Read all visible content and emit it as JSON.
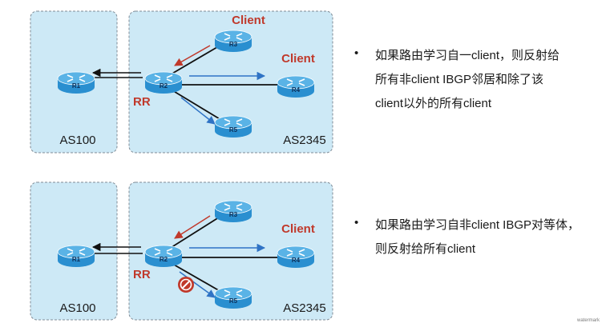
{
  "colors": {
    "as_fill": "#cde9f6",
    "as_border": "#7f8b96",
    "router_body": "#2a8fd0",
    "router_top": "#5ab3e6",
    "router_label": "#0b2e57",
    "client_label": "#c0392b",
    "rr_label": "#c0392b",
    "arrow_black": "#111111",
    "arrow_blue": "#2f73c5",
    "arrow_red": "#c0392b",
    "block": "#c0392b"
  },
  "top_diagram": {
    "left_as": "AS100",
    "right_as": "AS2345",
    "rr_label": "RR",
    "client_labels": [
      "Client",
      "Client"
    ],
    "routers": [
      "R1",
      "R2",
      "R3",
      "R4",
      "R5"
    ]
  },
  "bottom_diagram": {
    "left_as": "AS100",
    "right_as": "AS2345",
    "rr_label": "RR",
    "client_labels": [
      "Client"
    ],
    "routers": [
      "R1",
      "R2",
      "R3",
      "R4",
      "R5"
    ],
    "block_icon": "no-entry-icon"
  },
  "text_blocks": [
    {
      "bullet": "•",
      "lines": [
        "如果路由学习自一client，则反射给",
        "所有非client  IBGP邻居和除了该",
        "client以外的所有client"
      ]
    },
    {
      "bullet": "•",
      "lines": [
        "如果路由学习自非client  IBGP对等体，",
        "则反射给所有client"
      ]
    }
  ],
  "footer": "watermark"
}
